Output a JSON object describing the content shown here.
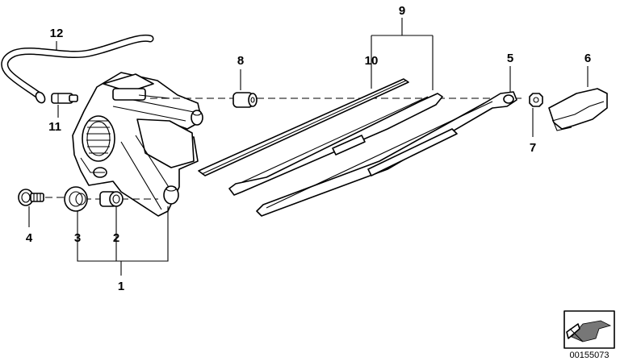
{
  "callouts": [
    {
      "id": "c1",
      "label": "1"
    },
    {
      "id": "c2",
      "label": "2"
    },
    {
      "id": "c3",
      "label": "3"
    },
    {
      "id": "c4",
      "label": "4"
    },
    {
      "id": "c5",
      "label": "5"
    },
    {
      "id": "c6",
      "label": "6"
    },
    {
      "id": "c7",
      "label": "7"
    },
    {
      "id": "c8",
      "label": "8"
    },
    {
      "id": "c9",
      "label": "9"
    },
    {
      "id": "c10",
      "label": "10"
    },
    {
      "id": "c11",
      "label": "11"
    },
    {
      "id": "c12",
      "label": "12"
    }
  ],
  "reference_code": "00155073",
  "colors": {
    "ink": "#000000",
    "background": "#ffffff",
    "shade": "#777777"
  }
}
